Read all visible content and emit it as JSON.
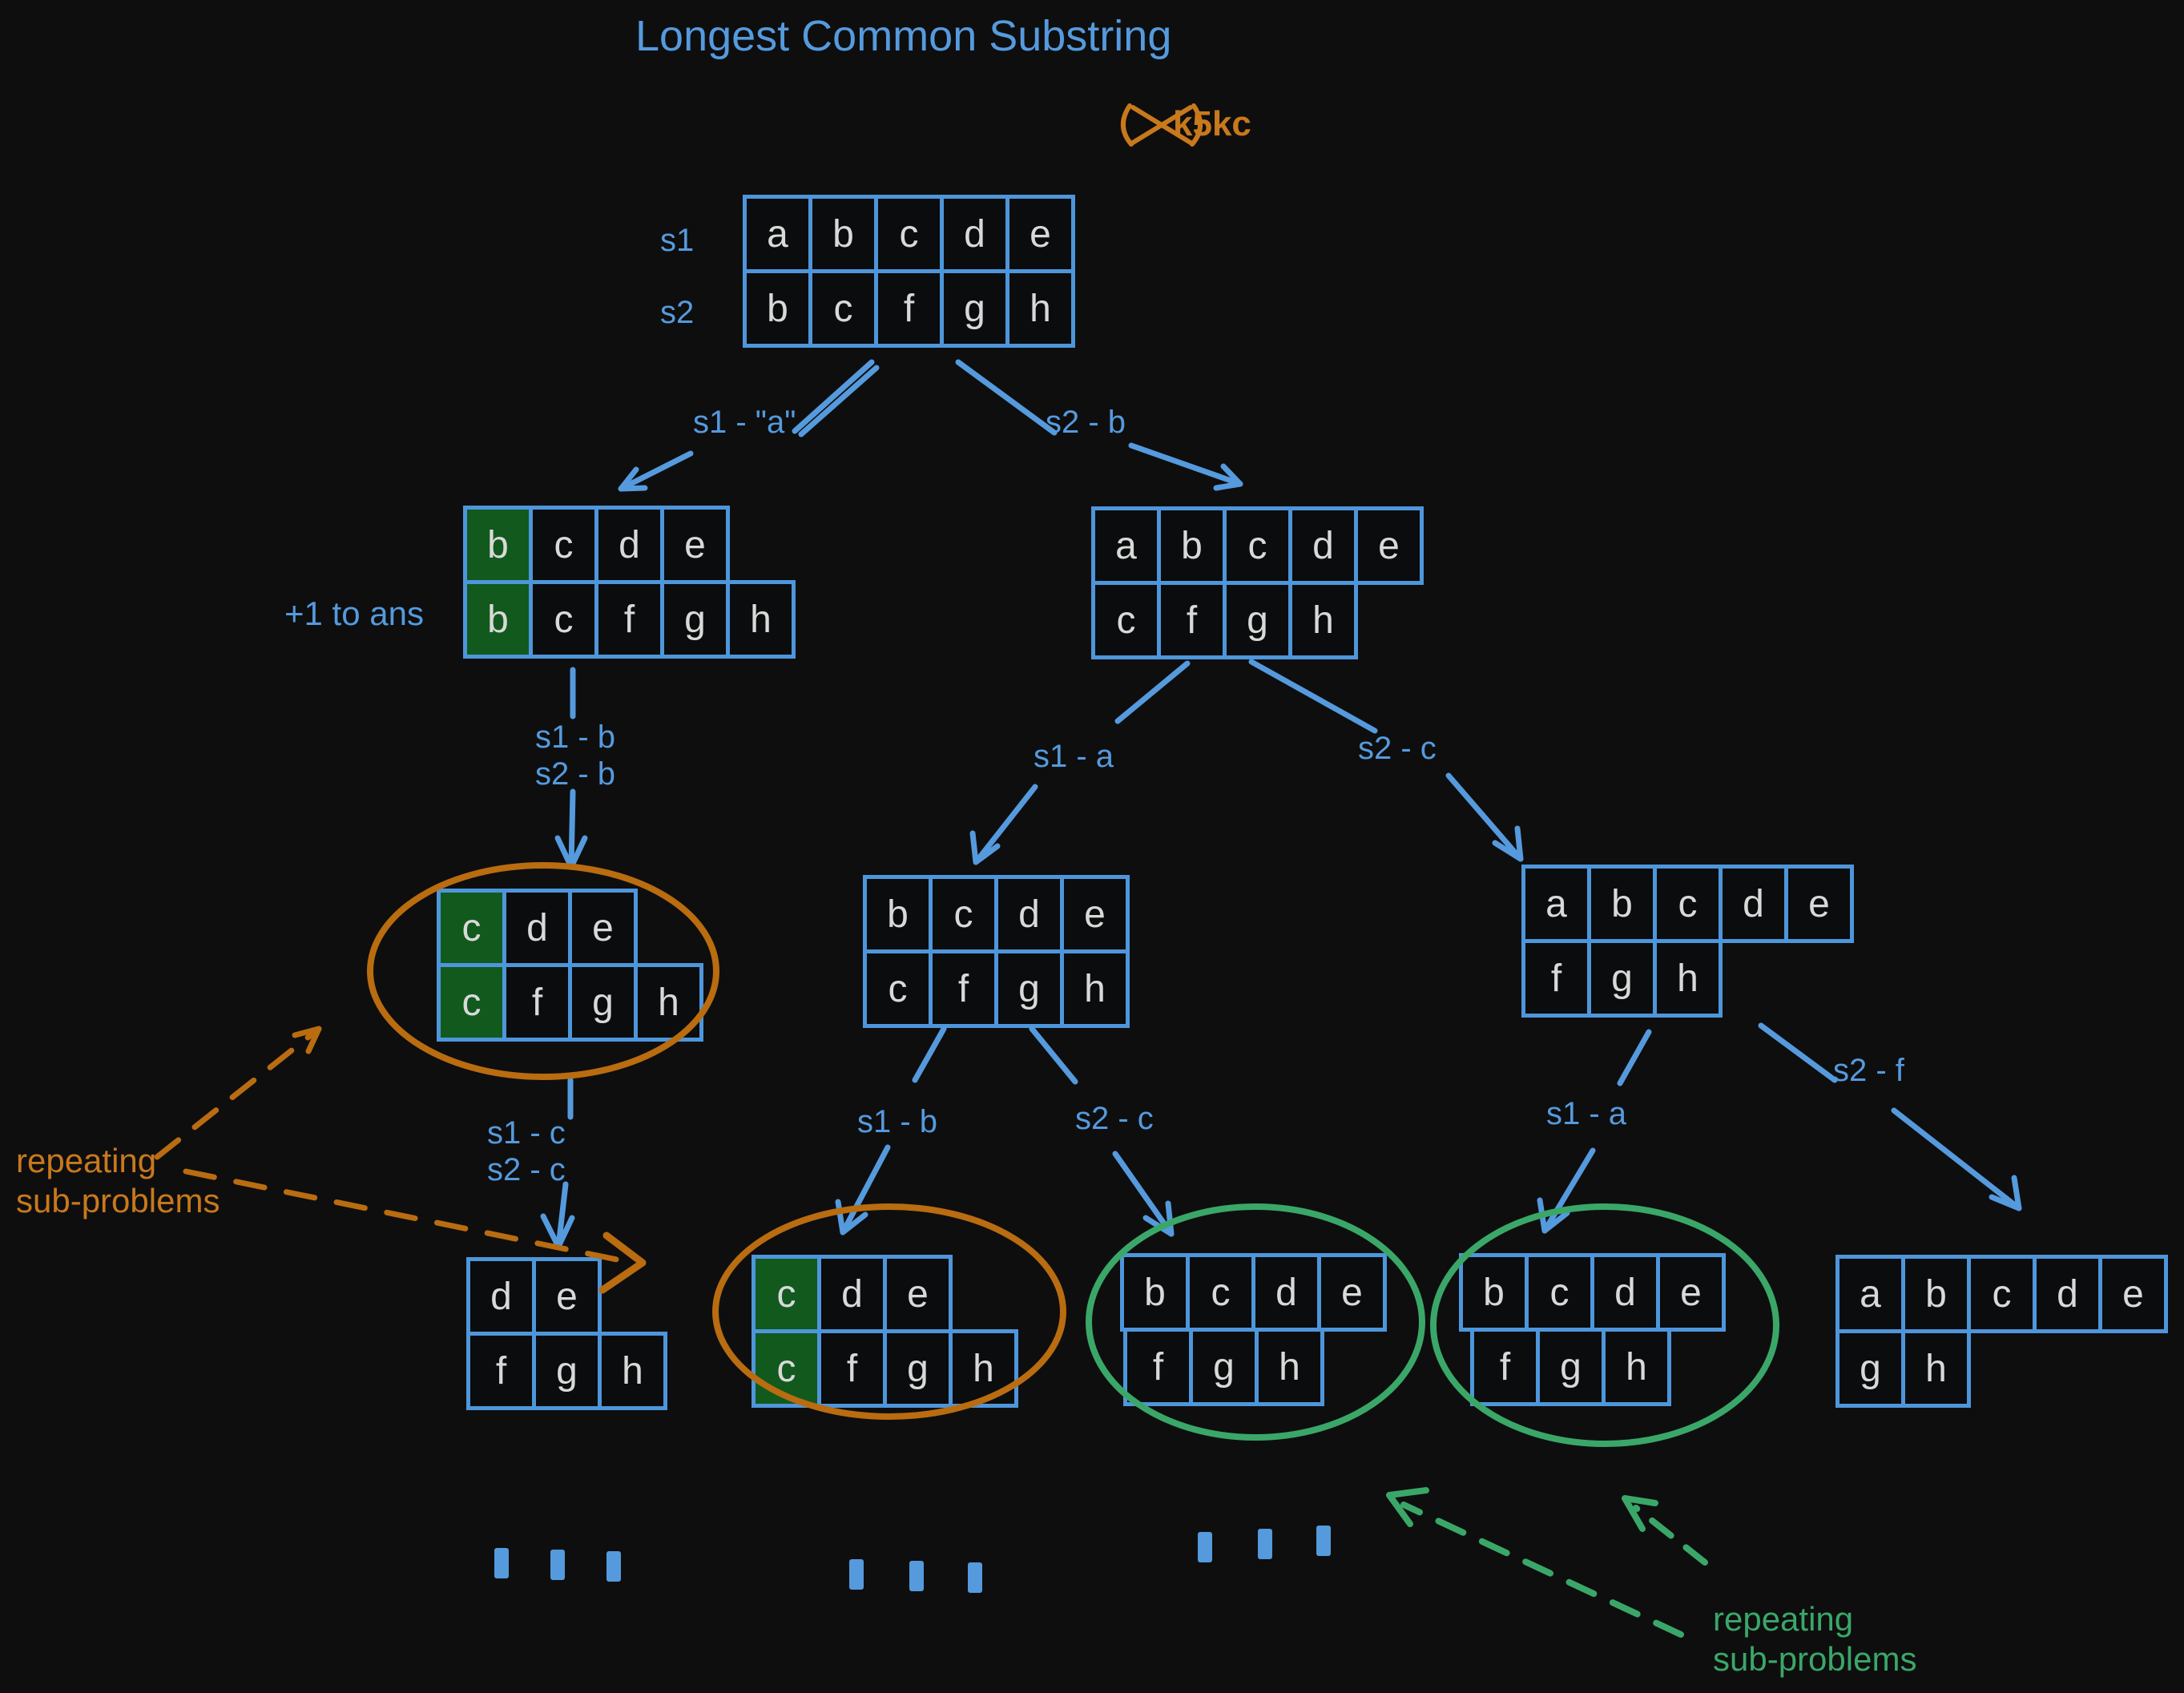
{
  "header": {
    "title": "Longest Common Substring",
    "logo_text": "k5kc"
  },
  "labels": {
    "s1": "s1",
    "s2": "s2",
    "plus_one": "+1 to ans"
  },
  "edge_labels": {
    "root_left": "s1 - \"a\"",
    "root_right": "s2 - b",
    "left_down_1": "s1 - b",
    "left_down_2": "s2 - b",
    "right_left": "s1 - a",
    "right_right": "s2 - c",
    "circ_down_1": "s1 - c",
    "circ_down_2": "s2 - c",
    "mid_left": "s1 - b",
    "mid_right": "s2 - c",
    "r3_left": "s1 - a",
    "r3_right": "s2 - f"
  },
  "annotations": {
    "orange_1": "repeating",
    "orange_2": "sub-problems",
    "green_1": "repeating",
    "green_2": "sub-problems"
  },
  "nodes": {
    "root": {
      "rows": [
        [
          "a",
          "b",
          "c",
          "d",
          "e"
        ],
        [
          "b",
          "c",
          "f",
          "g",
          "h"
        ]
      ],
      "green": [],
      "row_offsets": [
        0,
        0
      ]
    },
    "l1_left": {
      "rows": [
        [
          "b",
          "c",
          "d",
          "e"
        ],
        [
          "b",
          "c",
          "f",
          "g",
          "h"
        ]
      ],
      "green": [
        [
          0,
          0
        ],
        [
          1,
          0
        ]
      ],
      "row_offsets": [
        0,
        0
      ]
    },
    "l1_right": {
      "rows": [
        [
          "a",
          "b",
          "c",
          "d",
          "e"
        ],
        [
          "c",
          "f",
          "g",
          "h"
        ]
      ],
      "green": [],
      "row_offsets": [
        0,
        0
      ]
    },
    "l2_circ": {
      "rows": [
        [
          "c",
          "d",
          "e"
        ],
        [
          "c",
          "f",
          "g",
          "h"
        ]
      ],
      "green": [
        [
          0,
          0
        ],
        [
          1,
          0
        ]
      ],
      "row_offsets": [
        0,
        0
      ]
    },
    "l2_mid": {
      "rows": [
        [
          "b",
          "c",
          "d",
          "e"
        ],
        [
          "c",
          "f",
          "g",
          "h"
        ]
      ],
      "green": [],
      "row_offsets": [
        0,
        0
      ]
    },
    "l2_right": {
      "rows": [
        [
          "a",
          "b",
          "c",
          "d",
          "e"
        ],
        [
          "f",
          "g",
          "h"
        ]
      ],
      "green": [],
      "row_offsets": [
        0,
        0
      ]
    },
    "l3_a": {
      "rows": [
        [
          "d",
          "e"
        ],
        [
          "f",
          "g",
          "h"
        ]
      ],
      "green": [],
      "row_offsets": [
        0,
        0
      ]
    },
    "l3_b": {
      "rows": [
        [
          "c",
          "d",
          "e"
        ],
        [
          "c",
          "f",
          "g",
          "h"
        ]
      ],
      "green": [
        [
          0,
          0
        ],
        [
          1,
          0
        ]
      ],
      "row_offsets": [
        0,
        0
      ]
    },
    "l3_c": {
      "rows": [
        [
          "b",
          "c",
          "d",
          "e"
        ],
        [
          "f",
          "g",
          "h"
        ]
      ],
      "green": [],
      "row_offsets": [
        0,
        4
      ]
    },
    "l3_d": {
      "rows": [
        [
          "b",
          "c",
          "d",
          "e"
        ],
        [
          "f",
          "g",
          "h"
        ]
      ],
      "green": [],
      "row_offsets": [
        0,
        14
      ]
    },
    "l3_e": {
      "rows": [
        [
          "a",
          "b",
          "c",
          "d",
          "e"
        ],
        [
          "g",
          "h"
        ]
      ],
      "green": [],
      "row_offsets": [
        0,
        0
      ]
    }
  },
  "ellipsis_groups": 3,
  "colors": {
    "blue": "#559add",
    "border": "#4e96db",
    "letter": "#d9d9d9",
    "greenfill": "#12591e",
    "orange": "#c8791c",
    "ellipse-orange": "#b96c10",
    "green": "#3aa768",
    "background": "#0e0e0f"
  }
}
